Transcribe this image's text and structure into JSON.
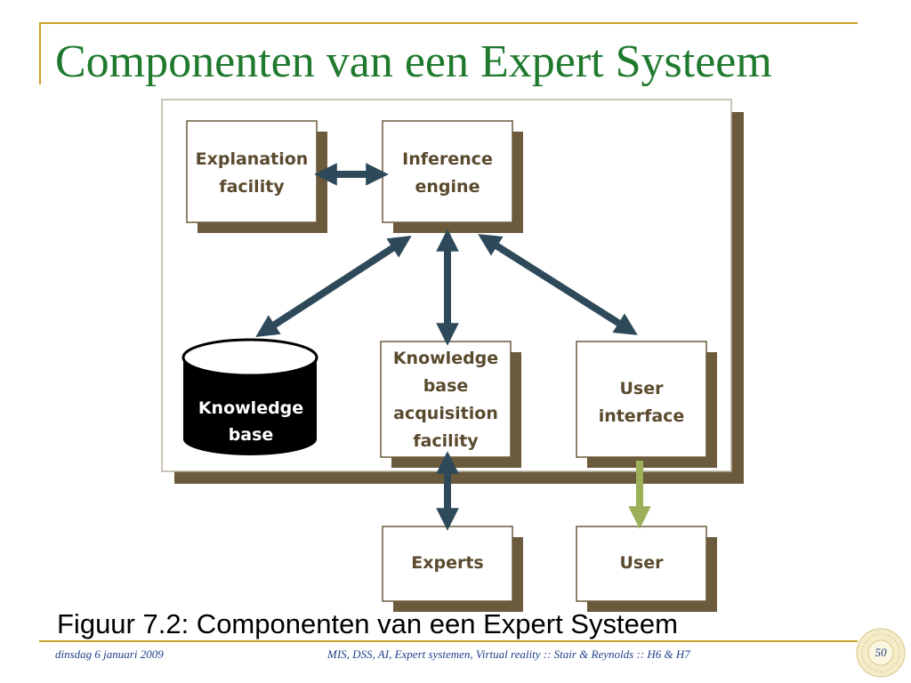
{
  "slide": {
    "title": "Componenten van een Expert Systeem",
    "caption": "Figuur 7.2: Componenten van een Expert Systeem"
  },
  "diagram": {
    "explanation": [
      "Explanation",
      "facility"
    ],
    "inference": [
      "Inference",
      "engine"
    ],
    "knowledge_base": [
      "Knowledge",
      "base"
    ],
    "acquisition": [
      "Knowledge",
      "base",
      "acquisition",
      "facility"
    ],
    "user_interface": [
      "User",
      "interface"
    ],
    "experts": "Experts",
    "user": "User",
    "colors": {
      "shadow": "#6b5a3b",
      "arrow": "#2e4a5a",
      "user_arrow": "#9cb05a",
      "box_text": "#5a4a2e"
    }
  },
  "footer": {
    "date": "dinsdag 6 januari 2009",
    "text": "MIS, DSS, AI, Expert systemen, Virtual reality :: Stair & Reynolds :: H6 & H7",
    "page": "50"
  }
}
